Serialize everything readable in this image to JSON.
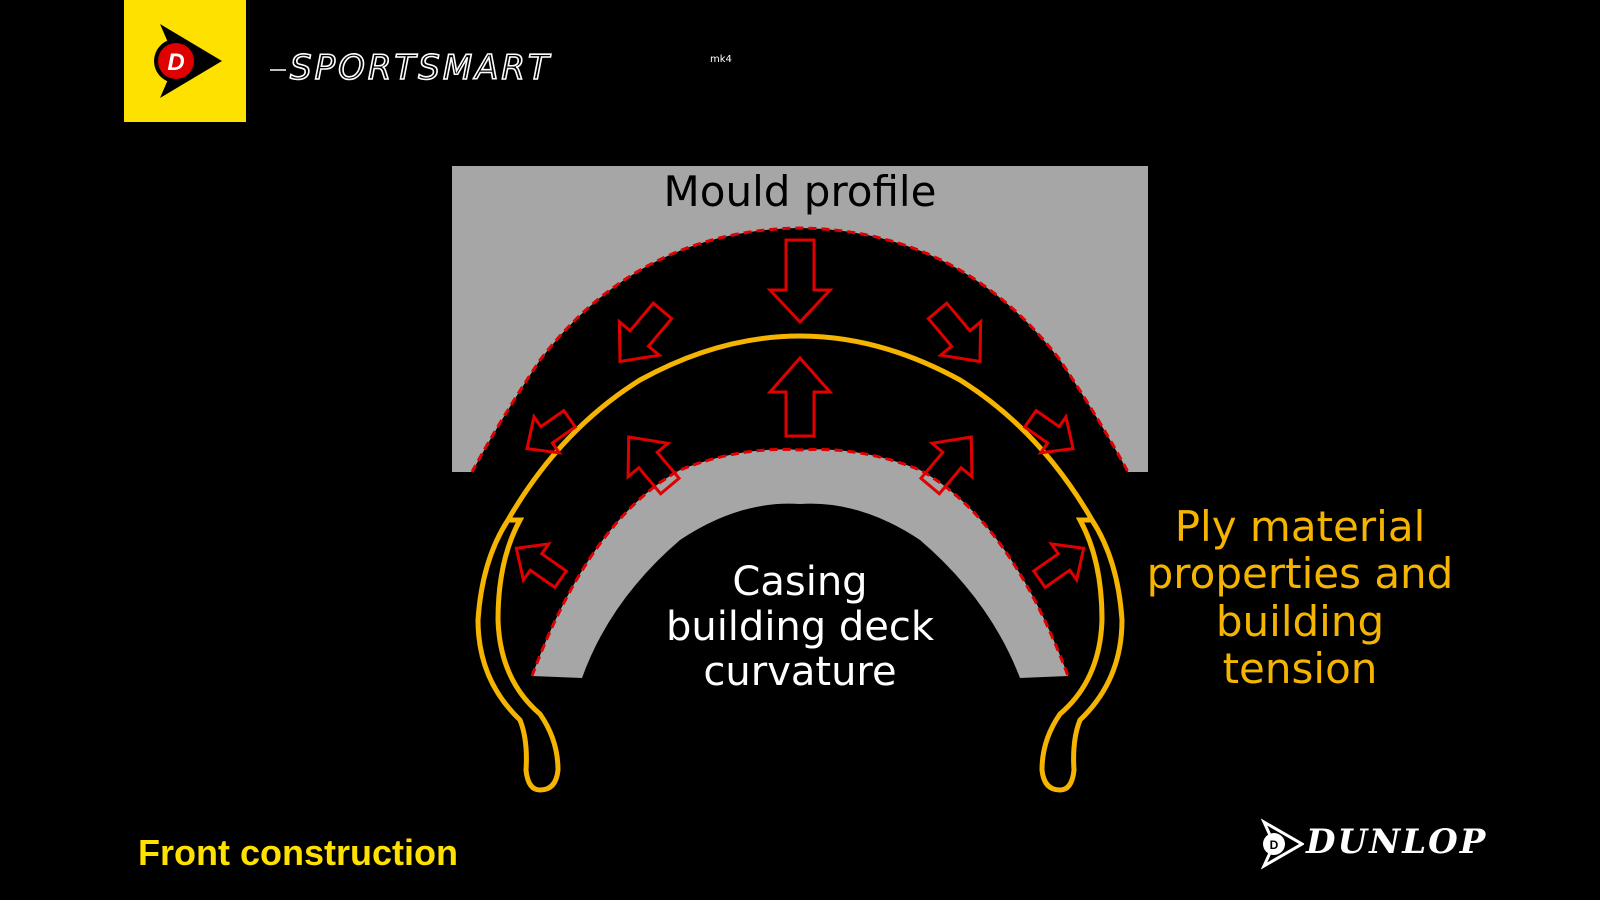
{
  "header": {
    "badge_icon": "dunlop-flying-d-icon",
    "product_logo_text": "SPORTSMART",
    "product_logo_suffix": "mk4"
  },
  "diagram": {
    "mould_label": "Mould profile",
    "casing_label_lines": [
      "Casing",
      "building deck",
      "curvature"
    ],
    "ply_label_lines": [
      "Ply material",
      "properties and",
      "building",
      "tension"
    ],
    "colors": {
      "background": "#000000",
      "mould": "#A6A6A6",
      "casing": "#A6A6A6",
      "ply": "#F5B400",
      "arrows": "#E00000",
      "badge": "#FFE100"
    }
  },
  "footer": {
    "caption": "Front construction",
    "brand": "DUNLOP"
  }
}
